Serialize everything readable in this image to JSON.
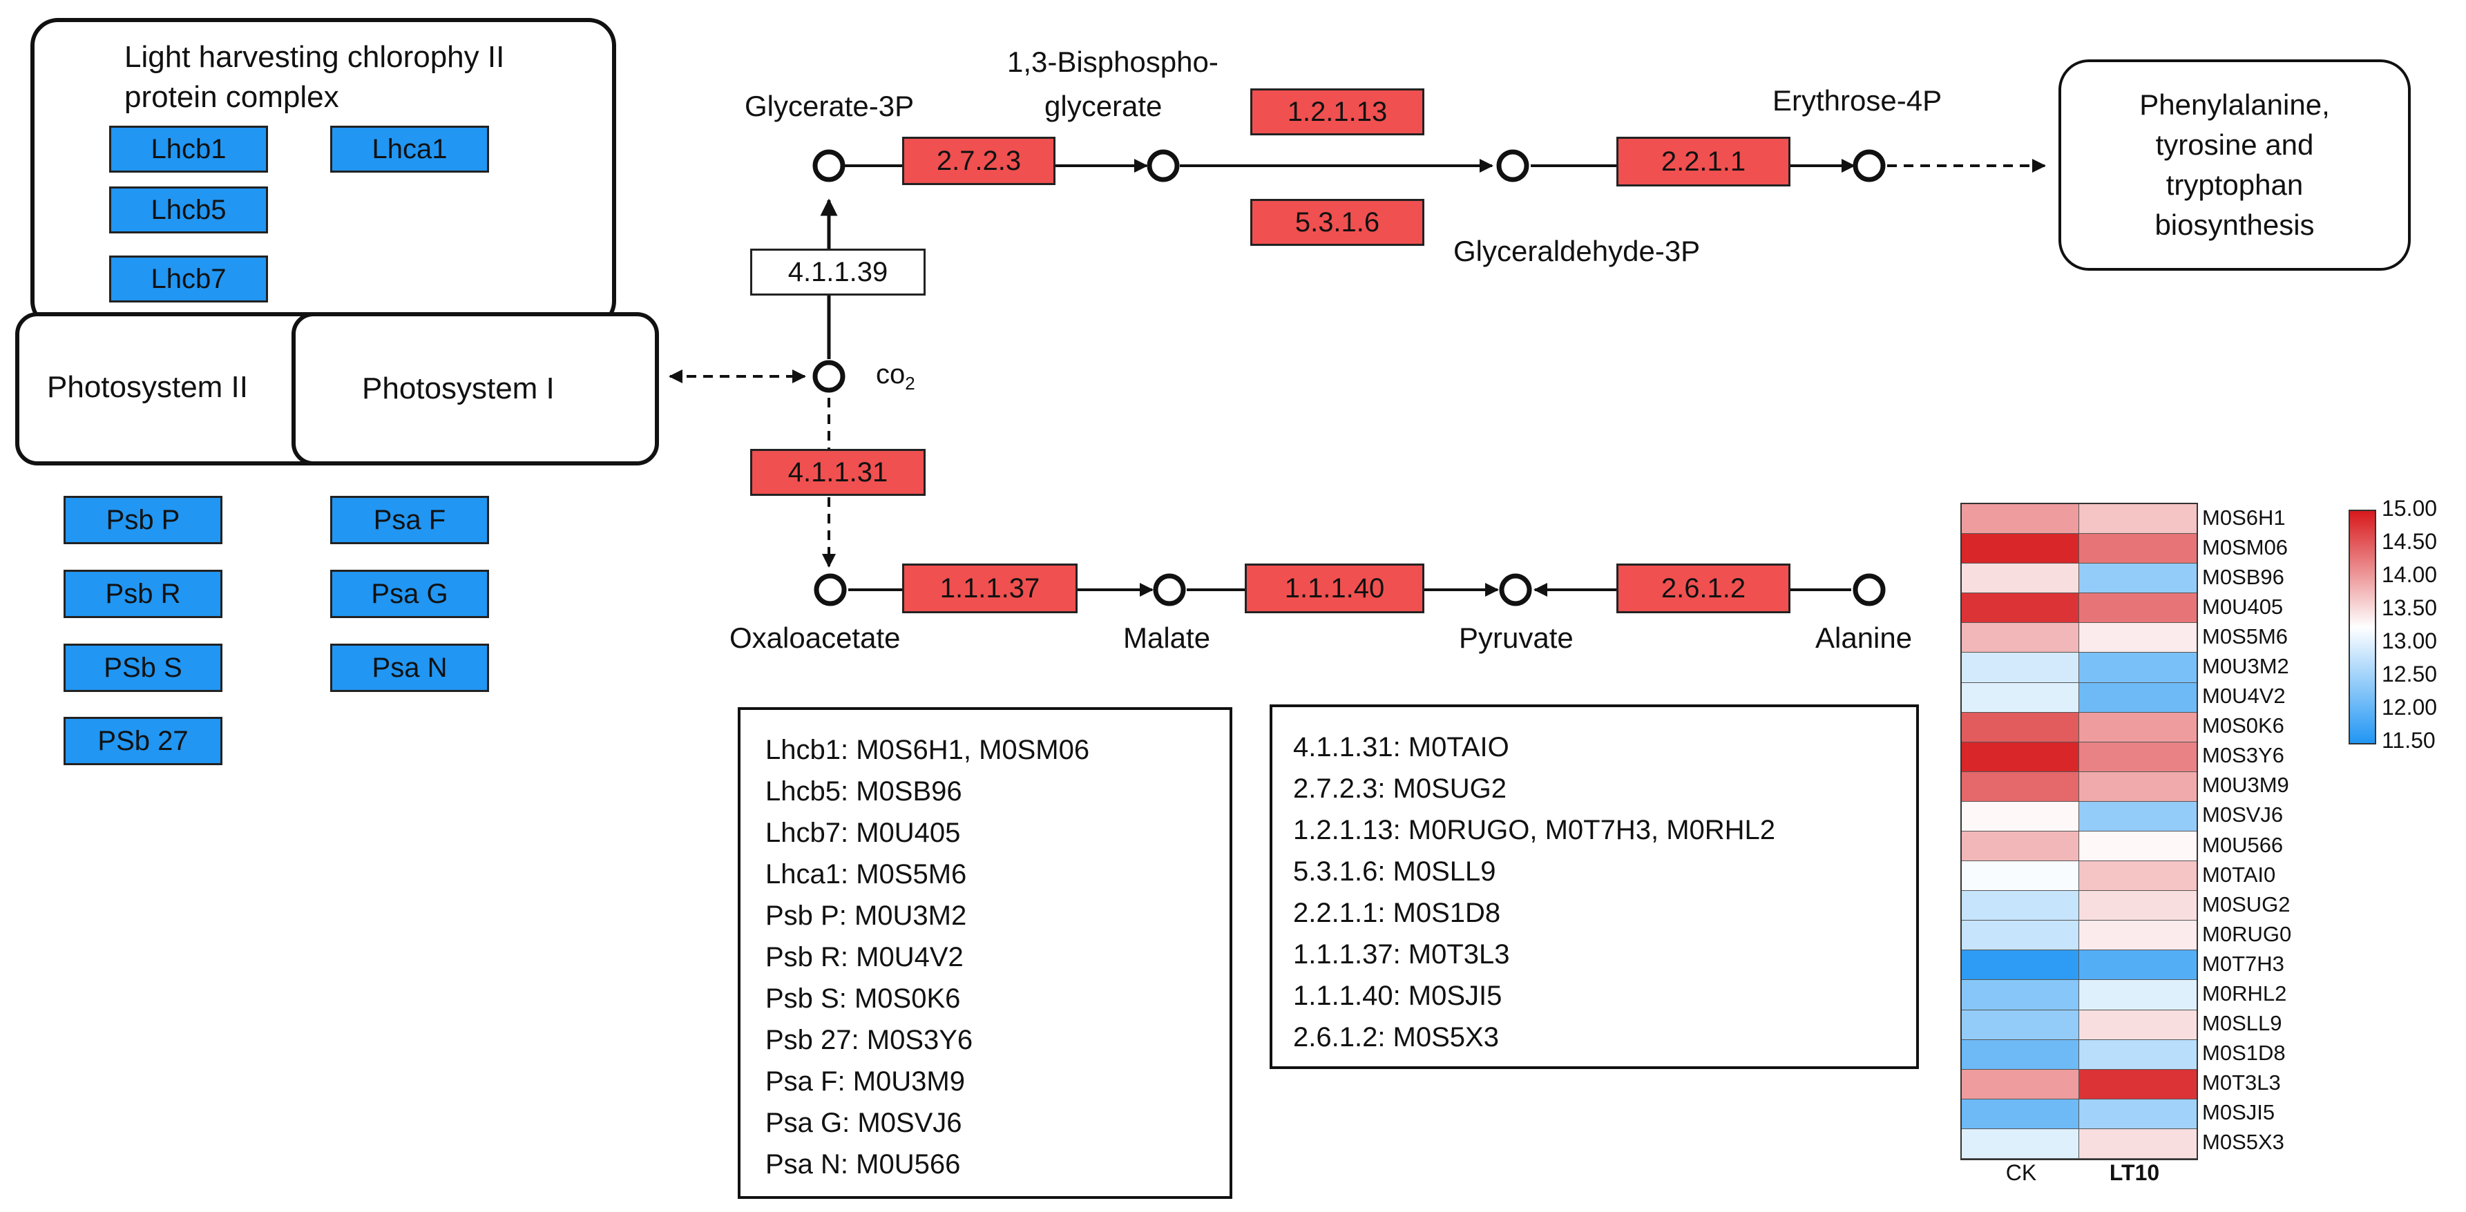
{
  "light_harvesting": {
    "title_line1": "Light harvesting chlorophy II",
    "title_line2": "protein complex"
  },
  "lhc_genes": [
    "Lhcb1",
    "Lhca1",
    "Lhcb5",
    "Lhcb7"
  ],
  "photosystems": {
    "ps2": "Photosystem  II",
    "ps1": "Photosystem  I"
  },
  "psb_genes": [
    "Psb P",
    "Psb R",
    "PSb S",
    "PSb 27"
  ],
  "psa_genes": [
    "Psa F",
    "Psa G",
    "Psa N"
  ],
  "metabolites": {
    "glycerate3p": "Glycerate-3P",
    "bisphospho_line1": "1,3-Bisphospho-",
    "bisphospho_line2": "glycerate",
    "erythrose4p": "Erythrose-4P",
    "glyceraldehyde3p": "Glyceraldehyde-3P",
    "co2_main": "co",
    "co2_sub": "2",
    "oxaloacetate": "Oxaloacetate",
    "malate": "Malate",
    "pyruvate": "Pyruvate",
    "alanine": "Alanine"
  },
  "aromatic": {
    "line1": "Phenylalanine,",
    "line2": "tyrosine and",
    "line3": "tryptophan",
    "line4": "biosynthesis"
  },
  "enzymes": {
    "e27223": "2.7.2.3",
    "e121213": "1.2.1.13",
    "e5316": "5.3.1.6",
    "e2211": "2.2.1.1",
    "e41139": "4.1.1.39",
    "e41131": "4.1.1.31",
    "e11137": "1.1.1.37",
    "e11140": "1.1.1.40",
    "e2612": "2.6.1.2"
  },
  "enzyme_colors": {
    "red": "#f05050",
    "white": "#ffffff",
    "blue": "#2196f3"
  },
  "gene_legend": [
    "Lhcb1: M0S6H1, M0SM06",
    "Lhcb5: M0SB96",
    "Lhcb7: M0U405",
    "Lhca1: M0S5M6",
    "Psb P: M0U3M2",
    "Psb R: M0U4V2",
    "Psb S: M0S0K6",
    "Psb 27: M0S3Y6",
    "Psa F: M0U3M9",
    "Psa G: M0SVJ6",
    "Psa N: M0U566"
  ],
  "enzyme_legend": [
    "4.1.1.31: M0TAIO",
    "2.7.2.3: M0SUG2",
    "1.2.1.13: M0RUGO, M0T7H3, M0RHL2",
    "5.3.1.6: M0SLL9",
    "2.2.1.1: M0S1D8",
    "1.1.1.37: M0T3L3",
    "1.1.1.40: M0SJI5",
    "2.6.1.2: M0S5X3"
  ],
  "chart_data": {
    "type": "heatmap",
    "columns": [
      "CK",
      "LT10"
    ],
    "rows": [
      "M0S6H1",
      "M0SM06",
      "M0SB96",
      "M0U405",
      "M0S5M6",
      "M0U3M2",
      "M0U4V2",
      "M0S0K6",
      "M0S3Y6",
      "M0U3M9",
      "M0SVJ6",
      "M0U566",
      "M0TAI0",
      "M0SUG2",
      "M0RUG0",
      "M0T7H3",
      "M0RHL2",
      "M0SLL9",
      "M0S1D8",
      "M0T3L3",
      "M0SJI5",
      "M0S5X3"
    ],
    "values": [
      [
        14.0,
        13.7
      ],
      [
        14.9,
        14.3
      ],
      [
        13.5,
        12.4
      ],
      [
        14.8,
        14.3
      ],
      [
        13.8,
        13.4
      ],
      [
        12.9,
        12.2
      ],
      [
        13.0,
        12.1
      ],
      [
        14.5,
        14.0
      ],
      [
        14.9,
        14.2
      ],
      [
        14.4,
        13.9
      ],
      [
        13.3,
        12.4
      ],
      [
        13.8,
        13.3
      ],
      [
        13.2,
        13.7
      ],
      [
        12.8,
        13.5
      ],
      [
        12.8,
        13.4
      ],
      [
        11.6,
        11.9
      ],
      [
        12.3,
        13.0
      ],
      [
        12.4,
        13.5
      ],
      [
        12.1,
        12.7
      ],
      [
        14.0,
        14.8
      ],
      [
        12.1,
        12.5
      ],
      [
        13.0,
        13.5
      ]
    ],
    "colorbar": {
      "min": 11.5,
      "max": 15.0,
      "low_color": "#2196f3",
      "mid_color": "#ffffff",
      "high_color": "#d7191c",
      "ticks": [
        "15.00",
        "14.50",
        "14.00",
        "13.50",
        "13.00",
        "12.50",
        "12.00",
        "11.50"
      ]
    }
  }
}
